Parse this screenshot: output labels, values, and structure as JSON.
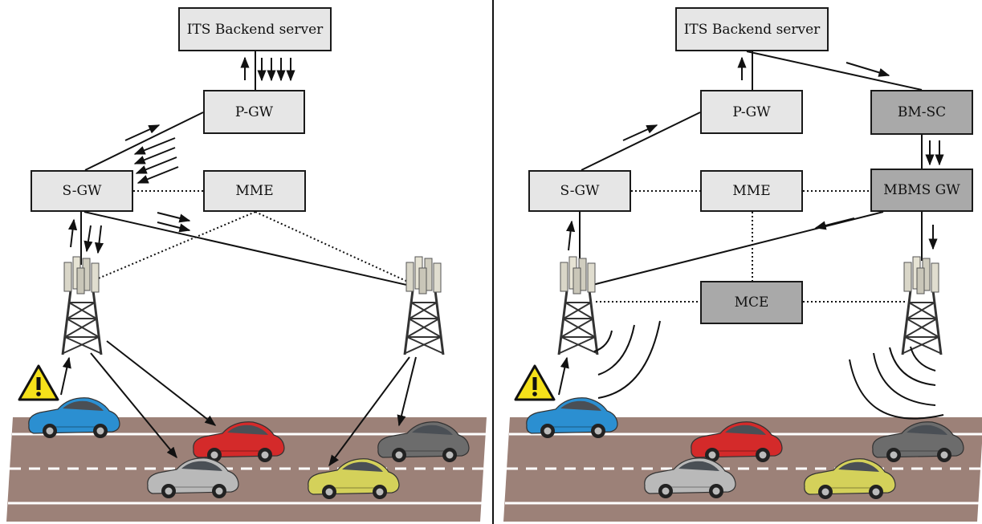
{
  "panels": [
    {
      "id": "unicast",
      "nodes": {
        "its": "ITS Backend server",
        "pgw": "P-GW",
        "sgw": "S-GW",
        "mme": "MME"
      }
    },
    {
      "id": "broadcast",
      "nodes": {
        "its": "ITS Backend server",
        "pgw": "P-GW",
        "bmsc": "BM-SC",
        "sgw": "S-GW",
        "mme": "MME",
        "mbmsgw": "MBMS GW",
        "mce": "MCE"
      }
    }
  ],
  "colors": {
    "road": "#9c8178",
    "node_light": "#e6e6e6",
    "node_dark": "#a9a9a9",
    "car_blue": "#2b8fd1",
    "car_red": "#d42a2a",
    "car_silver": "#b9b9b9",
    "car_yellow": "#d4d15a",
    "car_gray": "#6c6c6c",
    "warning": "#f5e11a"
  },
  "icons": [
    "warning-icon",
    "cell-tower-icon",
    "car-icon",
    "radio-wave-icon"
  ]
}
